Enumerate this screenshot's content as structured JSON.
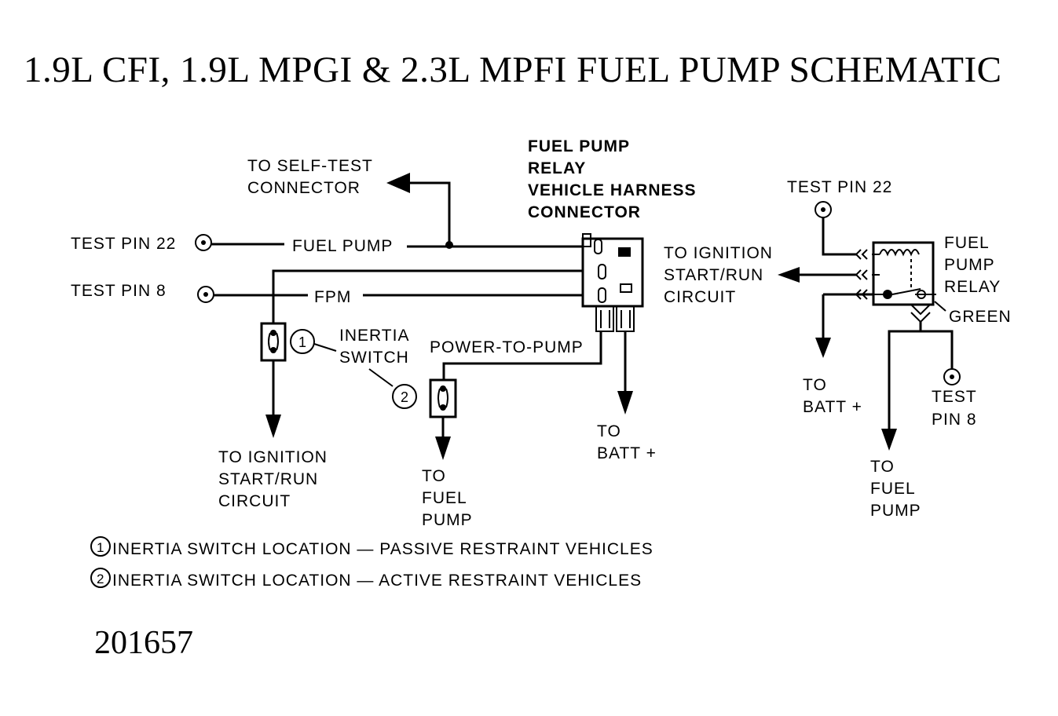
{
  "title": "1.9L CFI, 1.9L MPGI & 2.3L MPFI FUEL PUMP SCHEMATIC",
  "figure_number": "201657",
  "left_diagram": {
    "self_test_line1": "TO SELF-TEST",
    "self_test_line2": "CONNECTOR",
    "relay_conn_line1": "FUEL PUMP",
    "relay_conn_line2": "RELAY",
    "relay_conn_line3": "VEHICLE HARNESS",
    "relay_conn_line4": "CONNECTOR",
    "test_pin_22": "TEST PIN 22",
    "test_pin_8": "TEST PIN 8",
    "wire_fuel_pump": "FUEL PUMP",
    "wire_fpm": "FPM",
    "ign_right_line1": "TO IGNITION",
    "ign_right_line2": "START/RUN",
    "ign_right_line3": "CIRCUIT",
    "inertia_line1": "INERTIA",
    "inertia_line2": "SWITCH",
    "marker_1": "1",
    "marker_2": "2",
    "power_to_pump": "POWER-TO-PUMP",
    "ign_bottom_line1": "TO IGNITION",
    "ign_bottom_line2": "START/RUN",
    "ign_bottom_line3": "CIRCUIT",
    "to_fuel_pump_line1": "TO",
    "to_fuel_pump_line2": "FUEL",
    "to_fuel_pump_line3": "PUMP",
    "to_batt_line1": "TO",
    "to_batt_line2": "BATT +"
  },
  "right_diagram": {
    "test_pin_22": "TEST PIN 22",
    "relay_line1": "FUEL",
    "relay_line2": "PUMP",
    "relay_line3": "RELAY",
    "green": "GREEN",
    "to_batt_line1": "TO",
    "to_batt_line2": "BATT +",
    "test_pin8_line1": "TEST",
    "test_pin8_line2": "PIN 8",
    "to_fuel_pump_line1": "TO",
    "to_fuel_pump_line2": "FUEL",
    "to_fuel_pump_line3": "PUMP"
  },
  "notes": {
    "note_1_marker": "1",
    "note_1": "INERTIA SWITCH LOCATION — PASSIVE RESTRAINT VEHICLES",
    "note_2_marker": "2",
    "note_2": "INERTIA SWITCH LOCATION — ACTIVE RESTRAINT VEHICLES"
  }
}
